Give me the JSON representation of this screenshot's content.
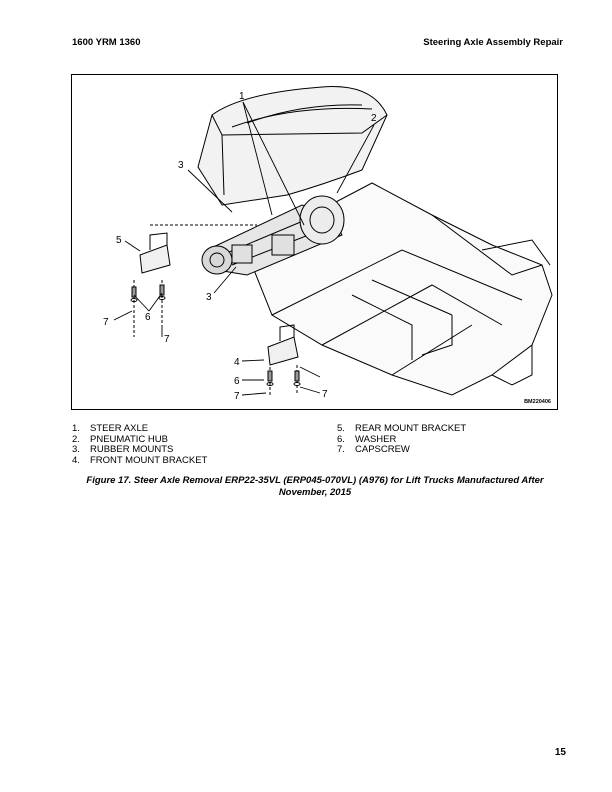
{
  "header": {
    "left": "1600 YRM 1360",
    "right": "Steering Axle Assembly Repair"
  },
  "figure": {
    "code": "BM220406",
    "callouts": {
      "c1": "1",
      "c2": "2",
      "c3a": "3",
      "c3b": "3",
      "c4": "4",
      "c5": "5",
      "c6a": "6",
      "c6b": "6",
      "c7a": "7",
      "c7b": "7",
      "c7c": "7",
      "c7d": "7"
    }
  },
  "legend": {
    "left": [
      {
        "num": "1.",
        "text": "STEER AXLE"
      },
      {
        "num": "2.",
        "text": "PNEUMATIC HUB"
      },
      {
        "num": "3.",
        "text": "RUBBER MOUNTS"
      },
      {
        "num": "4.",
        "text": "FRONT MOUNT BRACKET"
      }
    ],
    "right": [
      {
        "num": "5.",
        "text": "REAR MOUNT BRACKET"
      },
      {
        "num": "6.",
        "text": "WASHER"
      },
      {
        "num": "7.",
        "text": "CAPSCREW"
      }
    ]
  },
  "caption": "Figure 17. Steer Axle Removal ERP22-35VL (ERP045-070VL) (A976) for Lift Trucks Manufactured After November, 2015",
  "page_number": "15"
}
